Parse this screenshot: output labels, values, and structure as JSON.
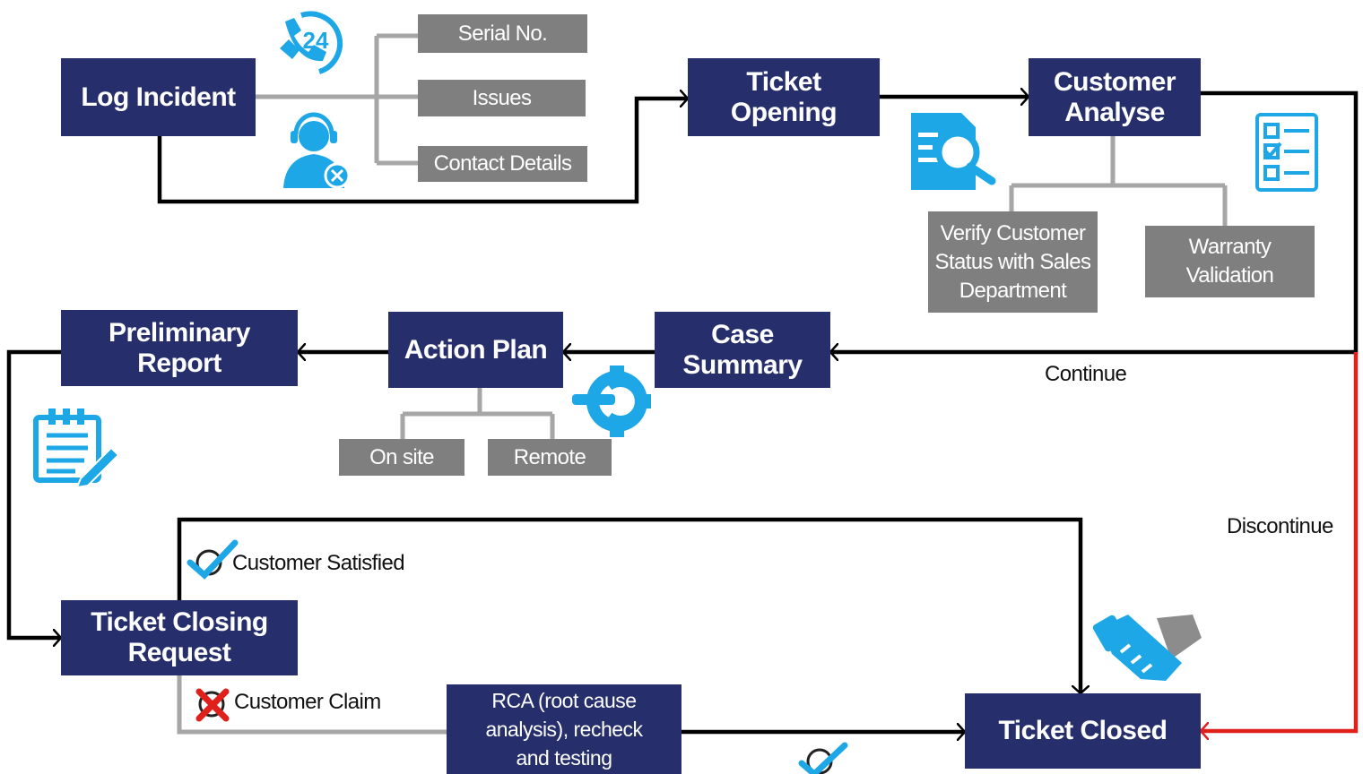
{
  "nodes": {
    "log_incident": "Log Incident",
    "ticket_opening": "Ticket\nOpening",
    "customer_analyse": "Customer\nAnalyse",
    "serial_no": "Serial No.",
    "issues": "Issues",
    "contact_details": "Contact Details",
    "verify_customer": "Verify Customer\nStatus with Sales\nDepartment",
    "warranty_validation": "Warranty\nValidation",
    "case_summary": "Case\nSummary",
    "action_plan": "Action Plan",
    "preliminary_report": "Preliminary\nReport",
    "on_site": "On site",
    "remote": "Remote",
    "ticket_closing_request": "Ticket Closing\nRequest",
    "rca": "RCA (root cause\nanalysis), recheck\nand testing",
    "ticket_closed": "Ticket Closed"
  },
  "labels": {
    "continue": "Continue",
    "discontinue": "Discontinue",
    "customer_satisfied": "Customer Satisfied",
    "customer_claim": "Customer Claim",
    "support_24": "24"
  },
  "colors": {
    "navy": "#262f6c",
    "grey_box": "#7f7f7f",
    "grey_line": "#a6a6a6",
    "icon_blue": "#1ea7e6",
    "line_black": "#000000",
    "discontinue_red": "#e0201b",
    "cross_red": "#e0201b"
  },
  "icons": [
    "24-hour-support-icon",
    "support-agent-icon",
    "search-document-icon",
    "checklist-icon",
    "gear-wrench-icon",
    "report-edit-icon",
    "check-icon",
    "cross-icon",
    "handshake-icon"
  ]
}
